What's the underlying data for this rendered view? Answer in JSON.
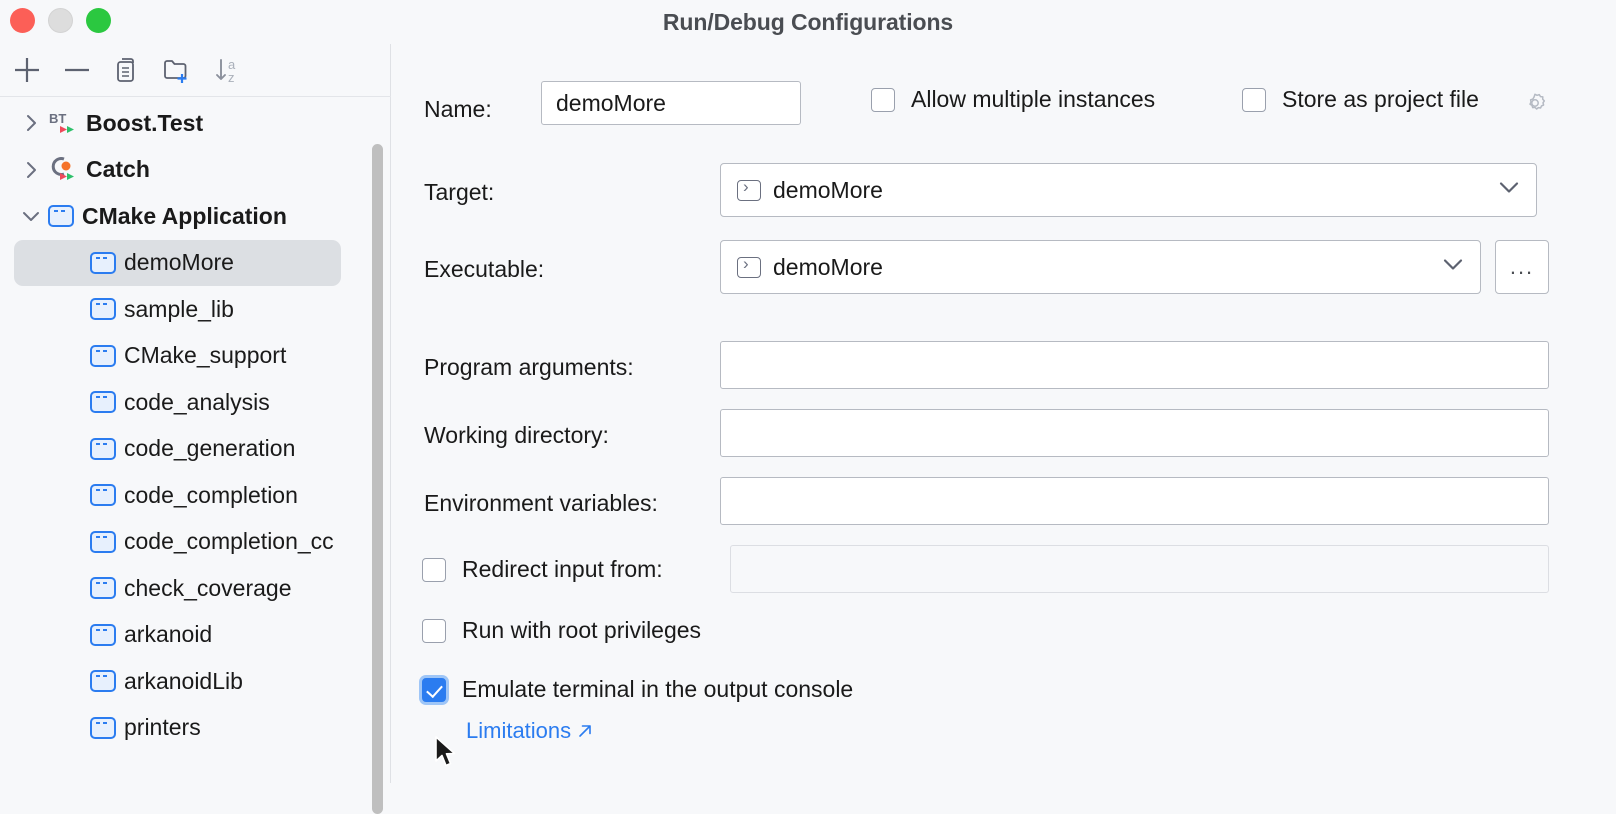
{
  "window": {
    "title": "Run/Debug Configurations",
    "traffic_lights": [
      "close-red",
      "minimize-yellow",
      "maximize-green"
    ]
  },
  "sidebar": {
    "toolbar": [
      {
        "name": "add-configuration-button",
        "icon": "plus-icon"
      },
      {
        "name": "remove-configuration-button",
        "icon": "minus-icon"
      },
      {
        "name": "copy-configuration-button",
        "icon": "copy-icon"
      },
      {
        "name": "new-folder-button",
        "icon": "new-folder-icon"
      },
      {
        "name": "sort-alphabetically-button",
        "icon": "sort-az-icon"
      }
    ],
    "tree": [
      {
        "label": "Boost.Test",
        "icon": "boost-test-icon",
        "level": 0,
        "expandable": true,
        "expanded": false,
        "selected": false,
        "bold": true
      },
      {
        "label": "Catch",
        "icon": "catch-icon",
        "level": 0,
        "expandable": true,
        "expanded": false,
        "selected": false,
        "bold": true
      },
      {
        "label": "CMake Application",
        "icon": "cmake-app-icon",
        "level": 0,
        "expandable": true,
        "expanded": true,
        "selected": false,
        "bold": true
      },
      {
        "label": "demoMore",
        "icon": "cmake-app-icon",
        "level": 1,
        "expandable": false,
        "expanded": false,
        "selected": true,
        "bold": false
      },
      {
        "label": "sample_lib",
        "icon": "cmake-app-icon",
        "level": 1,
        "expandable": false,
        "expanded": false,
        "selected": false,
        "bold": false
      },
      {
        "label": "CMake_support",
        "icon": "cmake-app-icon",
        "level": 1,
        "expandable": false,
        "expanded": false,
        "selected": false,
        "bold": false
      },
      {
        "label": "code_analysis",
        "icon": "cmake-app-icon",
        "level": 1,
        "expandable": false,
        "expanded": false,
        "selected": false,
        "bold": false
      },
      {
        "label": "code_generation",
        "icon": "cmake-app-icon",
        "level": 1,
        "expandable": false,
        "expanded": false,
        "selected": false,
        "bold": false
      },
      {
        "label": "code_completion",
        "icon": "cmake-app-icon",
        "level": 1,
        "expandable": false,
        "expanded": false,
        "selected": false,
        "bold": false
      },
      {
        "label": "code_completion_cc",
        "icon": "cmake-app-icon",
        "level": 1,
        "expandable": false,
        "expanded": false,
        "selected": false,
        "bold": false
      },
      {
        "label": "check_coverage",
        "icon": "cmake-app-icon",
        "level": 1,
        "expandable": false,
        "expanded": false,
        "selected": false,
        "bold": false
      },
      {
        "label": "arkanoid",
        "icon": "cmake-app-icon",
        "level": 1,
        "expandable": false,
        "expanded": false,
        "selected": false,
        "bold": false
      },
      {
        "label": "arkanoidLib",
        "icon": "cmake-app-icon",
        "level": 1,
        "expandable": false,
        "expanded": false,
        "selected": false,
        "bold": false
      },
      {
        "label": "printers",
        "icon": "cmake-app-icon",
        "level": 1,
        "expandable": false,
        "expanded": false,
        "selected": false,
        "bold": false
      }
    ]
  },
  "form": {
    "name_label": "Name:",
    "name_value": "demoMore",
    "allow_multiple_instances": {
      "label": "Allow multiple instances",
      "checked": false
    },
    "store_as_project_file": {
      "label": "Store as project file",
      "checked": false,
      "gear_icon": "gear-icon"
    },
    "target_label": "Target:",
    "target_value": "demoMore",
    "executable_label": "Executable:",
    "executable_value": "demoMore",
    "browse_label": "...",
    "program_arguments_label": "Program arguments:",
    "program_arguments_value": "",
    "working_directory_label": "Working directory:",
    "working_directory_value": "",
    "environment_variables_label": "Environment variables:",
    "environment_variables_value": "",
    "redirect_input_from": {
      "label": "Redirect input from:",
      "checked": false,
      "value": ""
    },
    "run_with_root_privileges": {
      "label": "Run with root privileges",
      "checked": false
    },
    "emulate_terminal": {
      "label": "Emulate terminal in the output console",
      "checked": true
    },
    "limitations_link": "Limitations"
  },
  "colors": {
    "accent": "#2b7cf0",
    "background": "#f7f8fa",
    "selection": "#dcdfe3",
    "border": "#b6bac2",
    "text": "#1a1a1a",
    "icon_gray": "#6b7080"
  }
}
